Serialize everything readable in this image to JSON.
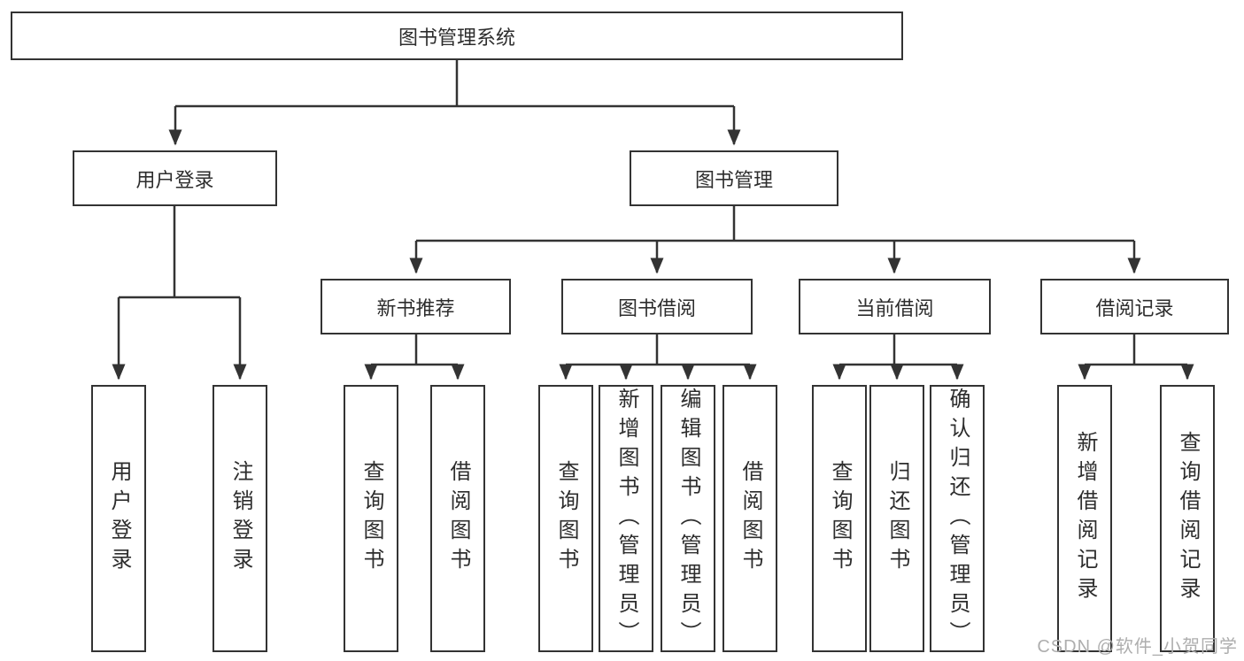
{
  "tree": {
    "root": "图书管理系统",
    "branches": [
      {
        "label": "用户登录",
        "leaves": [
          "用户登录",
          "注销登录"
        ]
      },
      {
        "label": "图书管理",
        "groups": [
          {
            "label": "新书推荐",
            "leaves": [
              "查询图书",
              "借阅图书"
            ]
          },
          {
            "label": "图书借阅",
            "leaves": [
              "查询图书",
              "新增图书（管理员）",
              "编辑图书（管理员）",
              "借阅图书"
            ]
          },
          {
            "label": "当前借阅",
            "leaves": [
              "查询图书",
              "归还图书",
              "确认归还（管理员）"
            ]
          },
          {
            "label": "借阅记录",
            "leaves": [
              "新增借阅记录",
              "查询借阅记录"
            ]
          }
        ]
      }
    ]
  },
  "watermark": {
    "text": "CSDN @软件_小贺同学"
  },
  "colors": {
    "line": "#333333",
    "text": "#2d2d2d",
    "watermark": "#aeaeae",
    "background": "#ffffff"
  }
}
